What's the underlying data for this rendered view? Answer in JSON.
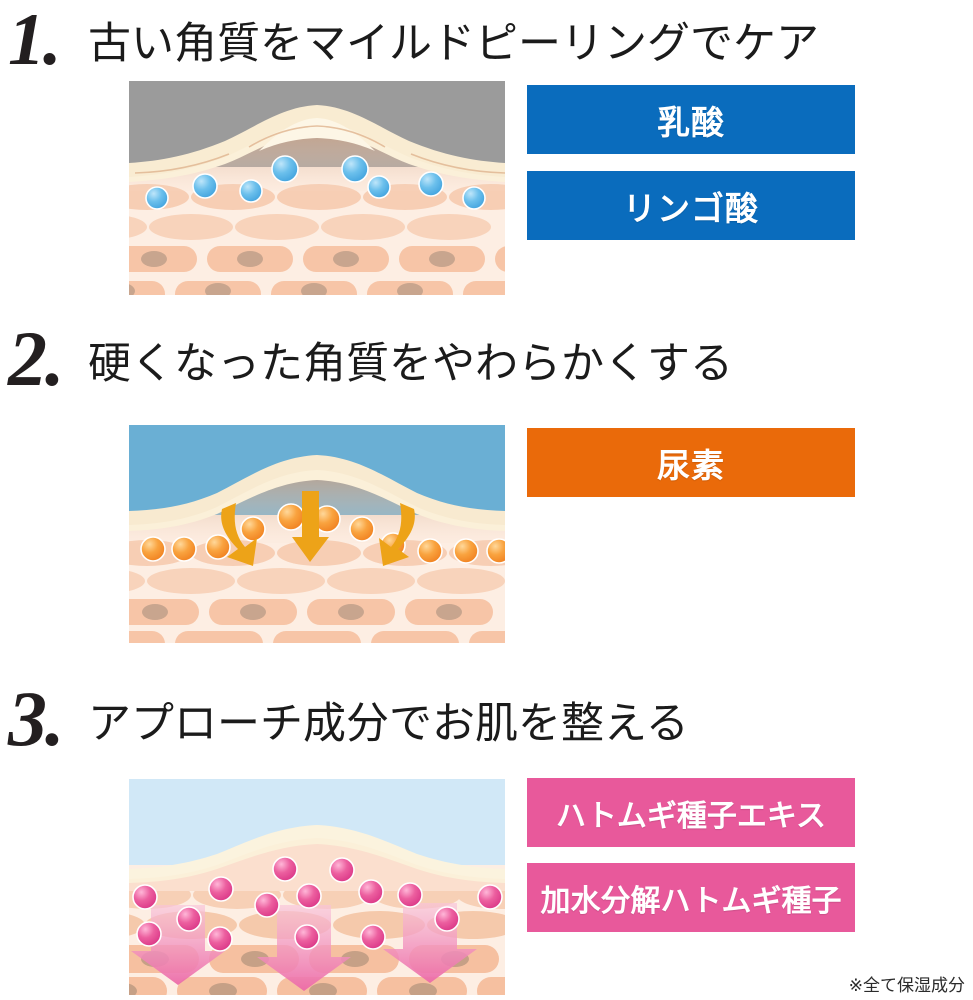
{
  "page": {
    "footnote": "※全て保湿成分"
  },
  "steps": [
    {
      "number": "1.",
      "title": "古い角質をマイルドピーリングでケア",
      "illustration": {
        "name": "skin-cross-section-peeling",
        "sky_color": "#9b9b9b",
        "droplet_color": "#5bb7e8",
        "description": "肌断面図・古い角質と青い成分の粒"
      },
      "tags": [
        {
          "label": "乳酸",
          "color": "#0a6cbd"
        },
        {
          "label": "リンゴ酸",
          "color": "#0a6cbd"
        }
      ]
    },
    {
      "number": "2.",
      "title": "硬くなった角質をやわらかくする",
      "illustration": {
        "name": "skin-cross-section-softening",
        "sky_color": "#6aafd4",
        "droplet_color": "#f59331",
        "arrow_color": "#eda318",
        "description": "肌断面図・オレンジの粒と浸透矢印"
      },
      "tags": [
        {
          "label": "尿素",
          "color": "#ea6a0a"
        }
      ]
    },
    {
      "number": "3.",
      "title": "アプローチ成分でお肌を整える",
      "illustration": {
        "name": "skin-cross-section-conditioning",
        "sky_color": "#d1e8f7",
        "droplet_color": "#e0458f",
        "arrow_color": "#ef7bb0",
        "description": "肌断面図・ピンクの粒と大きな浸透矢印"
      },
      "tags": [
        {
          "label": "ハトムギ種子エキス",
          "color": "#e8599b"
        },
        {
          "label": "加水分解ハトムギ種子",
          "color": "#e8599b"
        }
      ]
    }
  ]
}
